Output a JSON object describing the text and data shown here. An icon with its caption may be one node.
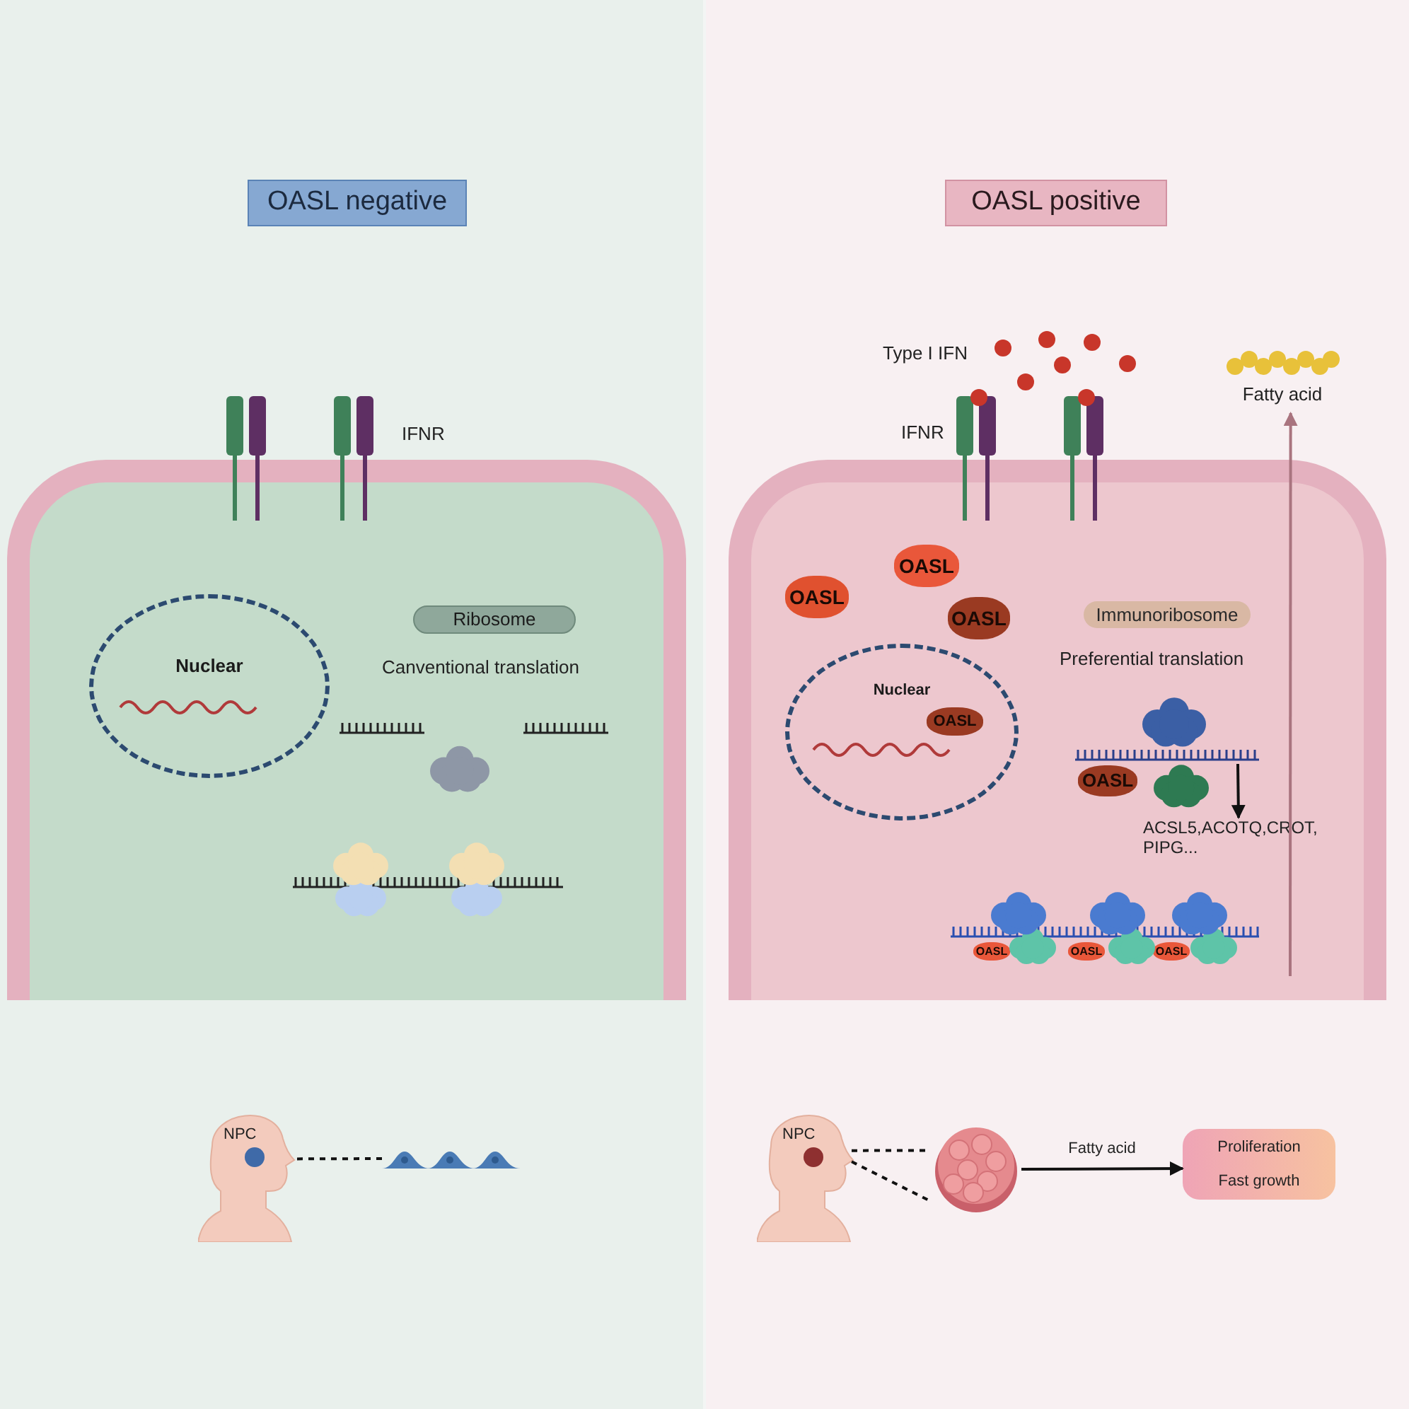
{
  "diagram": {
    "nodes": [
      {
        "text": [
          "OASL negative"
        ]
      },
      {
        "text": [
          "OASL positive"
        ]
      },
      {
        "text": [],
        "shape": "box"
      },
      {
        "text": [
          "Nuclear"
        ],
        "in": 2
      },
      {
        "text": [
          "Ribosome"
        ],
        "in": 2
      },
      {
        "text": [],
        "shape": "box"
      },
      {
        "text": [
          "OASL"
        ],
        "in": 5
      },
      {
        "text": [
          "OASL"
        ],
        "in": 5
      },
      {
        "text": [
          "OASL"
        ],
        "in": 5
      },
      {
        "text": [
          "Immunoribosome"
        ],
        "in": 5
      },
      {
        "text": [
          "Nuclear"
        ],
        "in": 5
      },
      {
        "text": [
          "OASL"
        ],
        "in": 10
      },
      {
        "text": [
          "OASL"
        ],
        "in": 5
      },
      {
        "text": [
          "ACSL5,ACOTQ,CROT, PIPG..."
        ],
        "in": 5
      },
      {
        "text": [
          "Fatty acid"
        ]
      },
      {
        "text": [
          "NPC"
        ]
      },
      {
        "text": [],
        "shape": "picture"
      },
      {
        "text": [
          "NPC"
        ]
      },
      {
        "text": [],
        "shape": "picture"
      },
      {
        "text": [
          "Proliferation",
          "Fast growth"
        ]
      },
      {
        "text": [
          "OASL"
        ],
        "in": 5
      },
      {
        "text": [
          "OASL"
        ],
        "in": 5
      },
      {
        "text": [
          "OASL"
        ],
        "in": 5
      }
    ],
    "edges": [
      {
        "from": 15,
        "to": 16,
        "arrow": "none",
        "style": "dashed"
      },
      {
        "from": 17,
        "to": 18,
        "arrow": "none",
        "style": "dashed"
      },
      {
        "from": 17,
        "to": 18,
        "arrow": "none",
        "style": "dashed"
      },
      {
        "from": 18,
        "to": 19,
        "arrow": "to",
        "label": "Fatty acid"
      },
      {
        "from": null,
        "to": 13,
        "arrow": "to"
      },
      {
        "from": null,
        "to": 14,
        "arrow": "to",
        "color": "#a9747f"
      }
    ],
    "labels": [
      "IFNR",
      "Canventional translation",
      "Type I IFN",
      "IFNR",
      "Preferential translation"
    ]
  }
}
